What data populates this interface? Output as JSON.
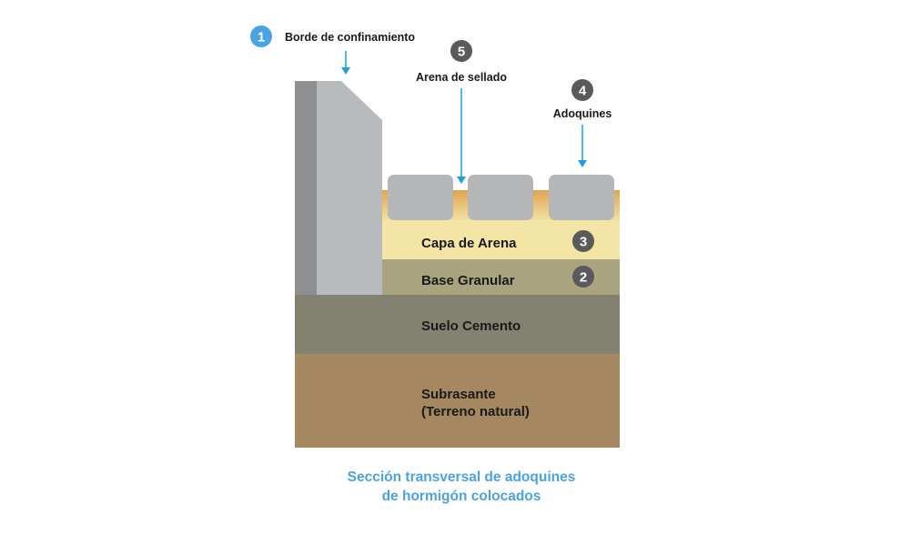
{
  "callouts": {
    "c1": {
      "number": "1",
      "label": "Borde de confinamiento"
    },
    "c5": {
      "number": "5",
      "label": "Arena de sellado"
    },
    "c4": {
      "number": "4",
      "label": "Adoquines"
    }
  },
  "layers": {
    "capa_arena": {
      "label": "Capa de Arena",
      "number": "3"
    },
    "base_granular": {
      "label": "Base Granular",
      "number": "2"
    },
    "suelo_cemento": {
      "label": "Suelo Cemento"
    },
    "subrasante": {
      "line1": "Subrasante",
      "line2": "(Terreno natural)"
    }
  },
  "caption": {
    "line1": "Sección transversal de adoquines",
    "line2": "de hormigón colocados"
  },
  "colors": {
    "accent_blue": "#4aa3e0",
    "number_badge": "#5a5a5a",
    "paver": "#b5b6b8",
    "curb_front": "#b9babc",
    "curb_side": "#8e8f91",
    "sealing_sand": "#e1a452",
    "sand_layer": "#f2e5a6",
    "granular_base": "#a9a47f",
    "soil_cement": "#838271",
    "subgrade": "#a58862"
  }
}
